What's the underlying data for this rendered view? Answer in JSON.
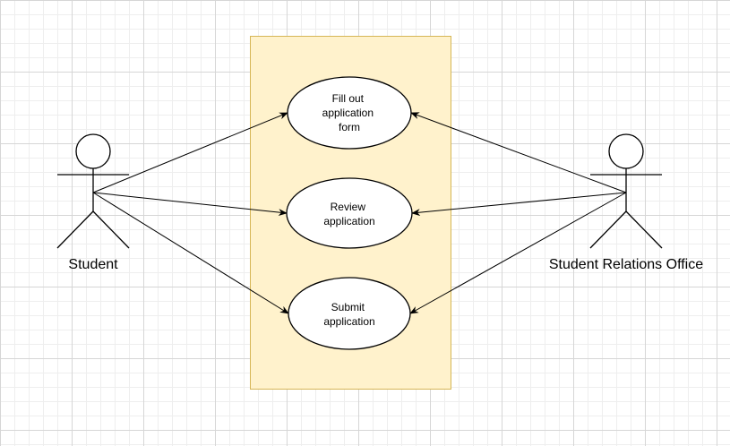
{
  "colors": {
    "system_fill": "#fff2cc",
    "system_stroke": "#d6b656",
    "line": "#000000"
  },
  "actors": {
    "student": {
      "label": "Student"
    },
    "office": {
      "label": "Student Relations Office"
    }
  },
  "use_cases": {
    "fill_form": {
      "lines": [
        "Fill out",
        "application",
        "form"
      ]
    },
    "review": {
      "lines": [
        "Review",
        "application"
      ]
    },
    "submit": {
      "lines": [
        "Submit",
        "application"
      ]
    }
  }
}
